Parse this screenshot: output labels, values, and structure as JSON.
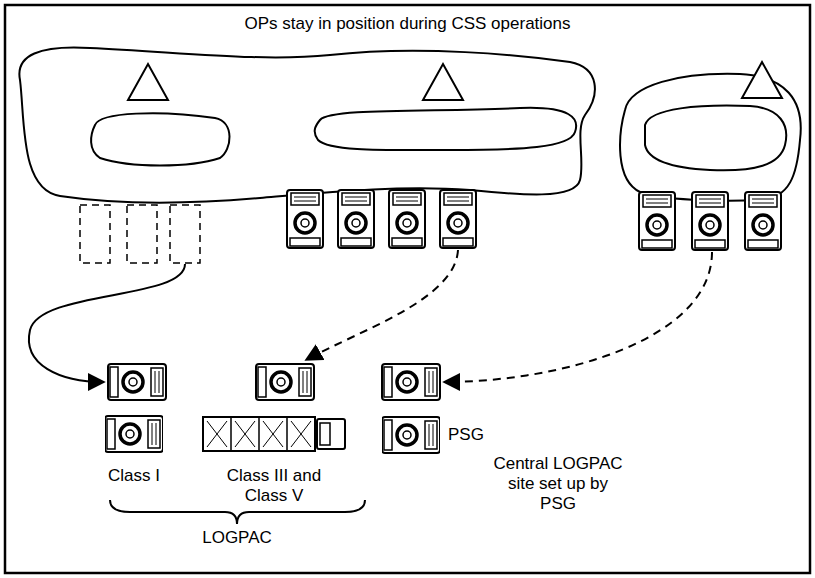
{
  "diagram": {
    "title": "OPs stay in position during CSS operations",
    "nodes": [
      {
        "text": [
          "Class I"
        ]
      },
      {
        "text": [
          "Class III and Class V"
        ]
      },
      {
        "text": [
          "PSG"
        ]
      }
    ],
    "labels": [
      "Central LOGPAC site set up by PSG",
      "LOGPAC"
    ]
  }
}
